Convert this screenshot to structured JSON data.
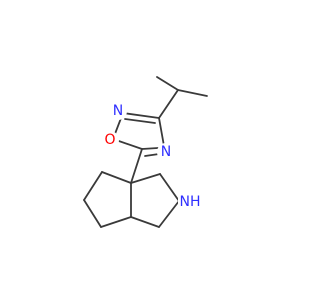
{
  "molecule": {
    "atoms": {
      "ring_nitrogen_upper": "N",
      "ring_oxygen": "O",
      "ring_nitrogen_lower": "N",
      "pyrrolidine_amine": "NH"
    },
    "colors": {
      "bond": "#3a3a3a",
      "nitrogen": "#2f2fff",
      "oxygen": "#ff0000",
      "background": "#ffffff"
    }
  }
}
